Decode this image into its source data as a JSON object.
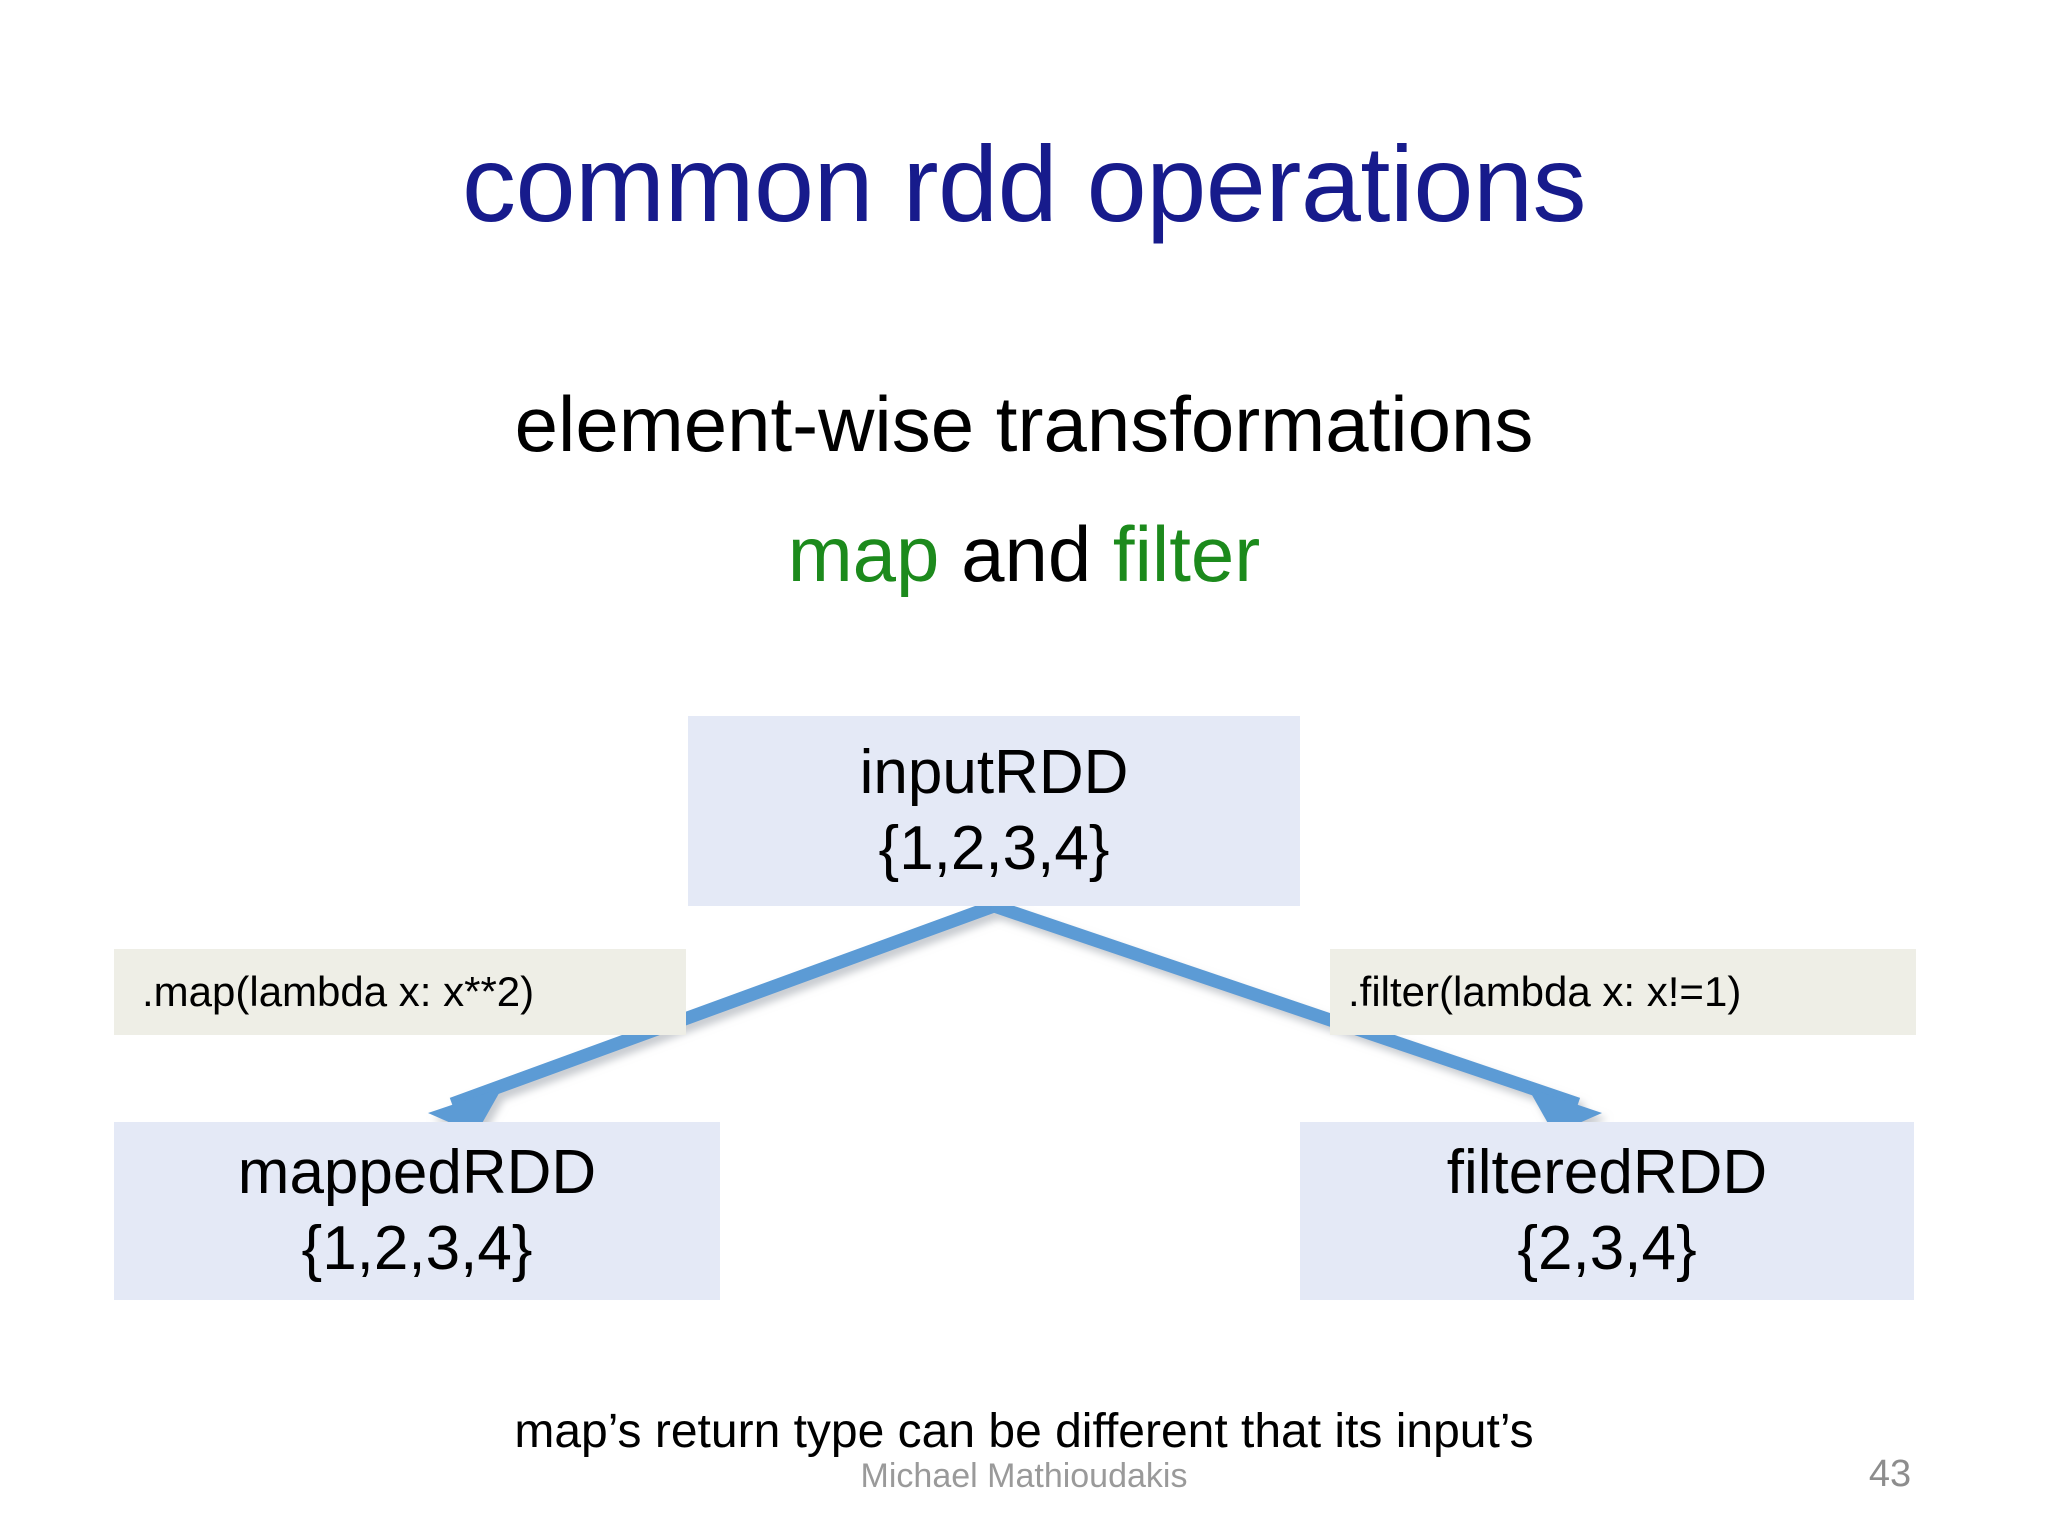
{
  "slide": {
    "title": "common rdd operations",
    "title_color": "#171b8c",
    "subtitle": "element-wise transformations",
    "ops_line": {
      "first": "map",
      "middle": " and ",
      "second": "filter",
      "highlight_color": "#1c8a1c"
    },
    "caption": "map’s return type can be different that its input’s"
  },
  "diagram": {
    "box_fill": "#e4e9f6",
    "label_fill": "#eeeee6",
    "arrow_color": "#5b9bd5",
    "boxes": [
      {
        "id": "input",
        "name": "inputRDD",
        "contents": "{1,2,3,4}"
      },
      {
        "id": "mapped",
        "name": "mappedRDD",
        "contents": "{1,2,3,4}"
      },
      {
        "id": "filtered",
        "name": "filteredRDD",
        "contents": "{2,3,4}"
      }
    ],
    "labels": [
      {
        "id": "map",
        "text": ".map(lambda x: x**2)"
      },
      {
        "id": "filter",
        "text": ".filter(lambda x: x!=1)"
      }
    ]
  },
  "footer": {
    "author": "Michael Mathioudakis",
    "page_number": "43"
  }
}
